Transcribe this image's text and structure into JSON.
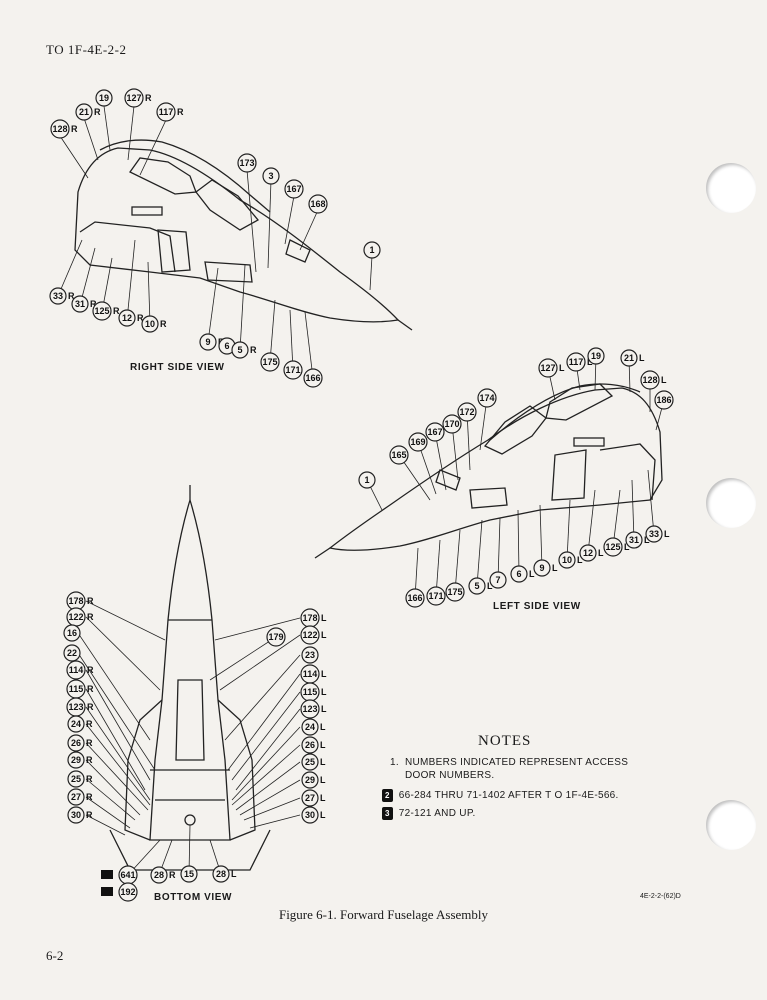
{
  "header": {
    "doc_number": "TO 1F-4E-2-2"
  },
  "footer": {
    "page_number": "6-2"
  },
  "figure": {
    "caption": "Figure 6-1.  Forward Fuselage Assembly",
    "id": "4E-2-2-(62)D"
  },
  "views": {
    "right": {
      "label": "RIGHT SIDE VIEW"
    },
    "left": {
      "label": "LEFT SIDE VIEW"
    },
    "bottom": {
      "label": "BOTTOM VIEW"
    }
  },
  "notes": {
    "title": "NOTES",
    "items": [
      {
        "marker": "1.",
        "text_line1": "NUMBERS INDICATED REPRESENT ACCESS",
        "text_line2": "DOOR NUMBERS."
      },
      {
        "marker": "2",
        "text": "66-284 THRU 71-1402 AFTER T O  1F-4E-566."
      },
      {
        "marker": "3",
        "text": "72-121 AND UP."
      }
    ]
  },
  "callouts": {
    "right_view": [
      {
        "num": "19",
        "suffix": ""
      },
      {
        "num": "127",
        "suffix": "R"
      },
      {
        "num": "21",
        "suffix": "R"
      },
      {
        "num": "117",
        "suffix": "R"
      },
      {
        "num": "128",
        "suffix": "R"
      },
      {
        "num": "173",
        "suffix": ""
      },
      {
        "num": "3",
        "suffix": ""
      },
      {
        "num": "167",
        "suffix": ""
      },
      {
        "num": "168",
        "suffix": ""
      },
      {
        "num": "1",
        "suffix": ""
      },
      {
        "num": "33",
        "suffix": "R"
      },
      {
        "num": "31",
        "suffix": "R"
      },
      {
        "num": "125",
        "suffix": "R"
      },
      {
        "num": "12",
        "suffix": "R"
      },
      {
        "num": "10",
        "suffix": "R"
      },
      {
        "num": "9",
        "suffix": "R"
      },
      {
        "num": "6",
        "suffix": "R"
      },
      {
        "num": "5",
        "suffix": "R"
      },
      {
        "num": "175",
        "suffix": ""
      },
      {
        "num": "171",
        "suffix": ""
      },
      {
        "num": "166",
        "suffix": ""
      }
    ],
    "left_view": [
      {
        "num": "127",
        "suffix": "L"
      },
      {
        "num": "117",
        "suffix": "L"
      },
      {
        "num": "19",
        "suffix": ""
      },
      {
        "num": "21",
        "suffix": "L"
      },
      {
        "num": "128",
        "suffix": "L"
      },
      {
        "num": "186",
        "suffix": ""
      },
      {
        "num": "174",
        "suffix": ""
      },
      {
        "num": "172",
        "suffix": ""
      },
      {
        "num": "170",
        "suffix": ""
      },
      {
        "num": "167",
        "suffix": ""
      },
      {
        "num": "169",
        "suffix": ""
      },
      {
        "num": "165",
        "suffix": ""
      },
      {
        "num": "1",
        "suffix": ""
      },
      {
        "num": "166",
        "suffix": ""
      },
      {
        "num": "171",
        "suffix": ""
      },
      {
        "num": "175",
        "suffix": ""
      },
      {
        "num": "5",
        "suffix": "L"
      },
      {
        "num": "7",
        "suffix": ""
      },
      {
        "num": "6",
        "suffix": "L"
      },
      {
        "num": "9",
        "suffix": "L"
      },
      {
        "num": "10",
        "suffix": "L"
      },
      {
        "num": "12",
        "suffix": "L"
      },
      {
        "num": "125",
        "suffix": "L"
      },
      {
        "num": "31",
        "suffix": "L"
      },
      {
        "num": "33",
        "suffix": "L"
      }
    ],
    "bottom_left": [
      {
        "num": "178",
        "suffix": "R"
      },
      {
        "num": "122",
        "suffix": "R"
      },
      {
        "num": "16",
        "suffix": ""
      },
      {
        "num": "22",
        "suffix": ""
      },
      {
        "num": "114",
        "suffix": "R"
      },
      {
        "num": "115",
        "suffix": "R"
      },
      {
        "num": "123",
        "suffix": "R"
      },
      {
        "num": "24",
        "suffix": "R"
      },
      {
        "num": "26",
        "suffix": "R"
      },
      {
        "num": "29",
        "suffix": "R"
      },
      {
        "num": "25",
        "suffix": "R"
      },
      {
        "num": "27",
        "suffix": "R"
      },
      {
        "num": "30",
        "suffix": "R"
      }
    ],
    "bottom_right": [
      {
        "num": "178",
        "suffix": "L"
      },
      {
        "num": "179",
        "suffix": ""
      },
      {
        "num": "122",
        "suffix": "L"
      },
      {
        "num": "23",
        "suffix": ""
      },
      {
        "num": "114",
        "suffix": "L"
      },
      {
        "num": "115",
        "suffix": "L"
      },
      {
        "num": "123",
        "suffix": "L"
      },
      {
        "num": "24",
        "suffix": "L"
      },
      {
        "num": "26",
        "suffix": "L"
      },
      {
        "num": "25",
        "suffix": "L"
      },
      {
        "num": "29",
        "suffix": "L"
      },
      {
        "num": "27",
        "suffix": "L"
      },
      {
        "num": "30",
        "suffix": "L"
      }
    ],
    "bottom_row": [
      {
        "num": "641",
        "suffix": "",
        "badge": "2"
      },
      {
        "num": "192",
        "suffix": "",
        "badge": "3"
      },
      {
        "num": "28",
        "suffix": "R"
      },
      {
        "num": "15",
        "suffix": ""
      },
      {
        "num": "28",
        "suffix": "L"
      }
    ]
  }
}
